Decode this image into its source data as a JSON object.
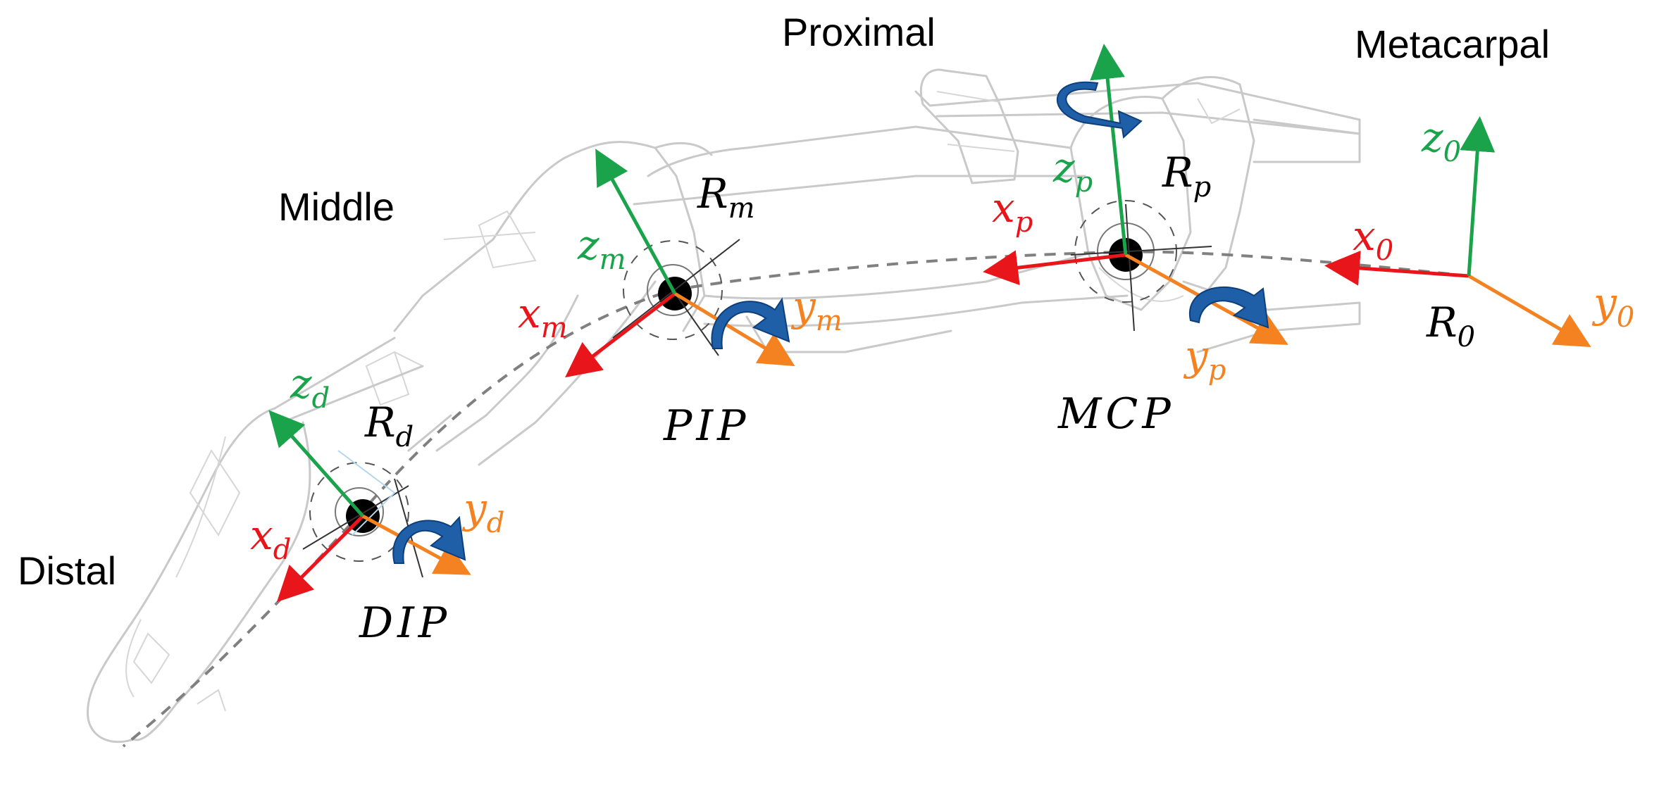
{
  "segments": {
    "proximal": "Proximal",
    "metacarpal": "Metacarpal",
    "middle": "Middle",
    "distal": "Distal"
  },
  "joints": {
    "pip": "PIP",
    "mcp": "MCP",
    "dip": "DIP"
  },
  "frames": {
    "r0": {
      "main": "R",
      "sub": "0"
    },
    "rp": {
      "main": "R",
      "sub": "p"
    },
    "rm": {
      "main": "R",
      "sub": "m"
    },
    "rd": {
      "main": "R",
      "sub": "d"
    }
  },
  "axes": {
    "z0": {
      "main": "z",
      "sub": "0"
    },
    "x0": {
      "main": "x",
      "sub": "0"
    },
    "y0": {
      "main": "y",
      "sub": "0"
    },
    "zp": {
      "main": "z",
      "sub": "p"
    },
    "xp": {
      "main": "x",
      "sub": "p"
    },
    "yp": {
      "main": "y",
      "sub": "p"
    },
    "zm": {
      "main": "z",
      "sub": "m"
    },
    "xm": {
      "main": "x",
      "sub": "m"
    },
    "ym": {
      "main": "y",
      "sub": "m"
    },
    "zd": {
      "main": "z",
      "sub": "d"
    },
    "xd": {
      "main": "x",
      "sub": "d"
    },
    "yd": {
      "main": "y",
      "sub": "d"
    }
  },
  "colors": {
    "x_axis": "#e8161b",
    "y_axis": "#f58220",
    "z_axis": "#1aa34a",
    "rotation_arrow": "#1f5fa8",
    "outline": "#c9c9c9",
    "dashed_line": "#808080"
  }
}
